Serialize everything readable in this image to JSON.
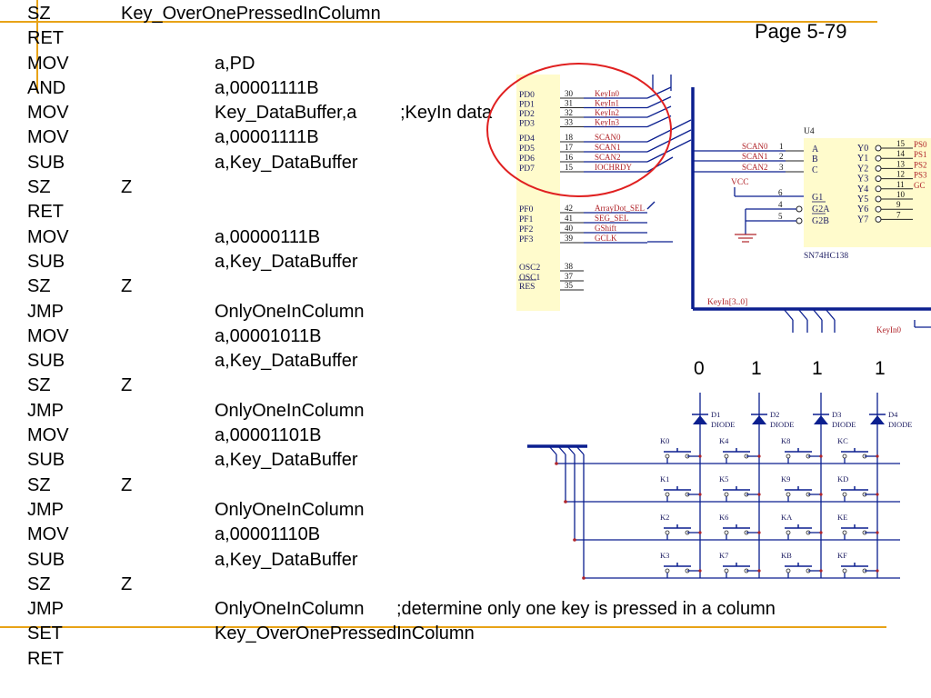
{
  "page": {
    "number": "Page 5-79"
  },
  "code": {
    "lines": [
      {
        "op": "SZ",
        "a1": "Key_OverOnePressedInColumn",
        "a2": "",
        "comment": ""
      },
      {
        "op": "RET",
        "a1": "",
        "a2": "",
        "comment": ""
      },
      {
        "op": "MOV",
        "a1": "",
        "a2": "a,PD",
        "comment": ""
      },
      {
        "op": "AND",
        "a1": "",
        "a2": "a,00001111B",
        "comment": ""
      },
      {
        "op": "MOV",
        "a1": "",
        "a2": "Key_DataBuffer,a",
        "comment": ";KeyIn data"
      },
      {
        "op": "MOV",
        "a1": "",
        "a2": "a,00001111B",
        "comment": ""
      },
      {
        "op": "SUB",
        "a1": "",
        "a2": "a,Key_DataBuffer",
        "comment": ""
      },
      {
        "op": "SZ",
        "a1": "Z",
        "a2": "",
        "comment": ""
      },
      {
        "op": "RET",
        "a1": "",
        "a2": "",
        "comment": ""
      },
      {
        "op": "MOV",
        "a1": "",
        "a2": "a,00000111B",
        "comment": ""
      },
      {
        "op": "SUB",
        "a1": "",
        "a2": "a,Key_DataBuffer",
        "comment": ""
      },
      {
        "op": "SZ",
        "a1": "Z",
        "a2": "",
        "comment": ""
      },
      {
        "op": "JMP",
        "a1": "",
        "a2": "OnlyOneInColumn",
        "comment": ""
      },
      {
        "op": "MOV",
        "a1": "",
        "a2": "a,00001011B",
        "comment": ""
      },
      {
        "op": "SUB",
        "a1": "",
        "a2": "a,Key_DataBuffer",
        "comment": ""
      },
      {
        "op": "SZ",
        "a1": "Z",
        "a2": "",
        "comment": ""
      },
      {
        "op": "JMP",
        "a1": "",
        "a2": "OnlyOneInColumn",
        "comment": ""
      },
      {
        "op": "MOV",
        "a1": "",
        "a2": "a,00001101B",
        "comment": ""
      },
      {
        "op": "SUB",
        "a1": "",
        "a2": "a,Key_DataBuffer",
        "comment": ""
      },
      {
        "op": "SZ",
        "a1": "Z",
        "a2": "",
        "comment": ""
      },
      {
        "op": "JMP",
        "a1": "",
        "a2": "OnlyOneInColumn",
        "comment": ""
      },
      {
        "op": "MOV",
        "a1": "",
        "a2": "a,00001110B",
        "comment": ""
      },
      {
        "op": "SUB",
        "a1": "",
        "a2": "a,Key_DataBuffer",
        "comment": ""
      },
      {
        "op": "SZ",
        "a1": "Z",
        "a2": "",
        "comment": ""
      },
      {
        "op": "JMP",
        "a1": "",
        "a2": "OnlyOneInColumn",
        "comment": ";determine only one key is pressed in a column"
      },
      {
        "op": "SET",
        "a1": "",
        "a2": "Key_OverOnePressedInColumn",
        "comment": ""
      },
      {
        "op": "RET",
        "a1": "",
        "a2": "",
        "comment": ""
      }
    ]
  },
  "column_bits": [
    "0",
    "1",
    "1",
    "1"
  ],
  "schematic": {
    "mcu_pins": [
      {
        "name": "PD0",
        "num": "30",
        "net": "KeyIn0"
      },
      {
        "name": "PD1",
        "num": "31",
        "net": "KeyIn1"
      },
      {
        "name": "PD2",
        "num": "32",
        "net": "KeyIn2"
      },
      {
        "name": "PD3",
        "num": "33",
        "net": "KeyIn3"
      },
      {
        "name": "PD4",
        "num": "18",
        "net": "SCAN0"
      },
      {
        "name": "PD5",
        "num": "17",
        "net": "SCAN1"
      },
      {
        "name": "PD6",
        "num": "16",
        "net": "SCAN2"
      },
      {
        "name": "PD7",
        "num": "15",
        "net": "IOCHRDY"
      },
      {
        "name": "PF0",
        "num": "42",
        "net": "ArrayDot_SEL"
      },
      {
        "name": "PF1",
        "num": "41",
        "net": "SEG_SEL"
      },
      {
        "name": "PF2",
        "num": "40",
        "net": "GShift"
      },
      {
        "name": "PF3",
        "num": "39",
        "net": "GCLK"
      },
      {
        "name": "OSC2",
        "num": "38",
        "net": ""
      },
      {
        "name": "OSC1",
        "num": "37",
        "net": ""
      },
      {
        "name": "RES",
        "num": "35",
        "net": ""
      }
    ],
    "decoder": {
      "ref": "U4",
      "part": "SN74HC138",
      "inputs": [
        {
          "net": "SCAN0",
          "num": "1",
          "pin": "A"
        },
        {
          "net": "SCAN1",
          "num": "2",
          "pin": "B"
        },
        {
          "net": "SCAN2",
          "num": "3",
          "pin": "C"
        }
      ],
      "vcc": "VCC",
      "enables": [
        {
          "num": "6",
          "pin": "G1"
        },
        {
          "num": "4",
          "pin": "G2A"
        },
        {
          "num": "5",
          "pin": "G2B"
        }
      ],
      "outputs": [
        {
          "pin": "Y0",
          "num": "15",
          "net": "PS0"
        },
        {
          "pin": "Y1",
          "num": "14",
          "net": "PS1"
        },
        {
          "pin": "Y2",
          "num": "13",
          "net": "PS2"
        },
        {
          "pin": "Y3",
          "num": "12",
          "net": "PS3"
        },
        {
          "pin": "Y4",
          "num": "11",
          "net": "GC"
        },
        {
          "pin": "Y5",
          "num": "10",
          "net": ""
        },
        {
          "pin": "Y6",
          "num": "9",
          "net": ""
        },
        {
          "pin": "Y7",
          "num": "7",
          "net": ""
        }
      ]
    },
    "bus_label": "KeyIn[3..0]",
    "keyin0_label": "KeyIn0",
    "diodes": [
      {
        "ref": "D1",
        "type": "DIODE"
      },
      {
        "ref": "D2",
        "type": "DIODE"
      },
      {
        "ref": "D3",
        "type": "DIODE"
      },
      {
        "ref": "D4",
        "type": "DIODE"
      }
    ],
    "keys": [
      [
        "K0",
        "K4",
        "K8",
        "KC"
      ],
      [
        "K1",
        "K5",
        "K9",
        "KD"
      ],
      [
        "K2",
        "K6",
        "KA",
        "KE"
      ],
      [
        "K3",
        "K7",
        "KB",
        "KF"
      ]
    ],
    "colors": {
      "wire": "#0b1f8f",
      "label": "#b0242a",
      "chip": "#fffbcc",
      "highlight": "#e02020",
      "rule": "#e8a317"
    }
  }
}
